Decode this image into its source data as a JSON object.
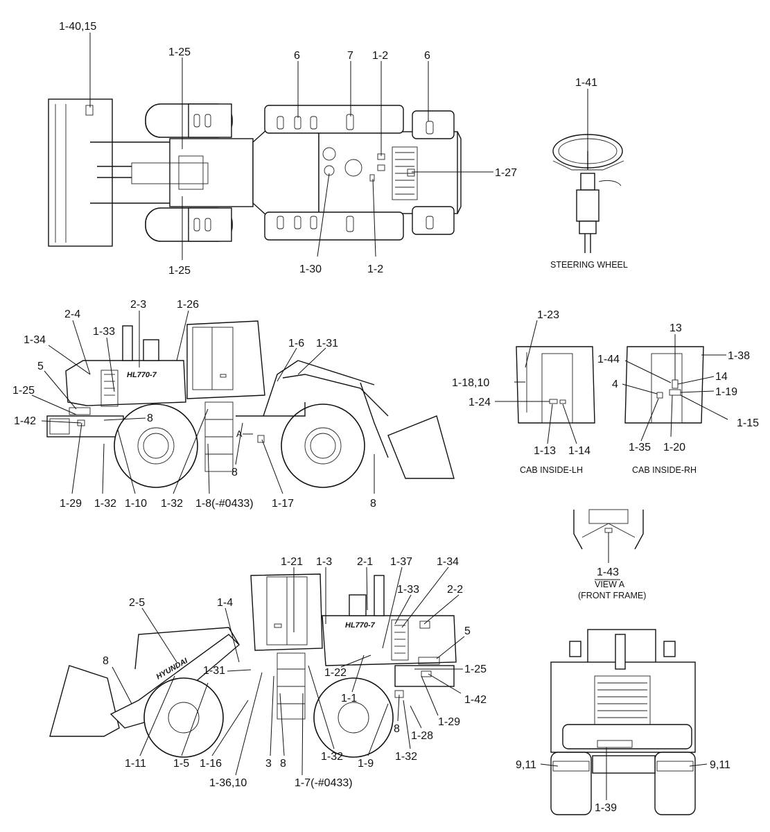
{
  "views": {
    "top": {
      "labels": [
        "1-40,15",
        "1-25",
        "6",
        "7",
        "1-2",
        "6",
        "1-27",
        "1-25",
        "1-30",
        "1-2"
      ]
    },
    "steering": {
      "caption": "STEERING WHEEL",
      "labels": [
        "1-41"
      ]
    },
    "lh_side": {
      "labels": [
        "2-4",
        "2-3",
        "1-26",
        "1-34",
        "1-33",
        "5",
        "1-25",
        "1-42",
        "8",
        "1-6",
        "1-31",
        "1-29",
        "1-32",
        "1-10",
        "1-32",
        "1-8(-#0433)",
        "8",
        "1-17",
        "8",
        "A"
      ]
    },
    "cab_lh": {
      "caption": "CAB INSIDE-LH",
      "labels": [
        "1-23",
        "1-18,10",
        "1-24",
        "1-13",
        "1-14"
      ]
    },
    "cab_rh": {
      "caption": "CAB INSIDE-RH",
      "labels": [
        "13",
        "1-44",
        "1-38",
        "4",
        "14",
        "1-19",
        "1-15",
        "1-35",
        "1-20"
      ]
    },
    "view_a": {
      "caption": "VIEW A",
      "subcaption": "(FRONT FRAME)",
      "labels": [
        "1-43"
      ]
    },
    "rh_side": {
      "labels": [
        "1-21",
        "1-3",
        "2-1",
        "1-37",
        "1-34",
        "2-5",
        "1-4",
        "1-33",
        "2-2",
        "5",
        "8",
        "1-25",
        "1-22",
        "1-31",
        "1-1",
        "1-42",
        "1-29",
        "8",
        "1-28",
        "1-32",
        "1-11",
        "1-5",
        "1-16",
        "3",
        "8",
        "1-32",
        "1-9",
        "1-36,10",
        "1-7(-#0433)"
      ]
    },
    "rear": {
      "labels": [
        "9,11",
        "9,11",
        "1-39"
      ]
    }
  },
  "markings": {
    "model": "HL770-7",
    "brand": "HYUNDAI"
  }
}
